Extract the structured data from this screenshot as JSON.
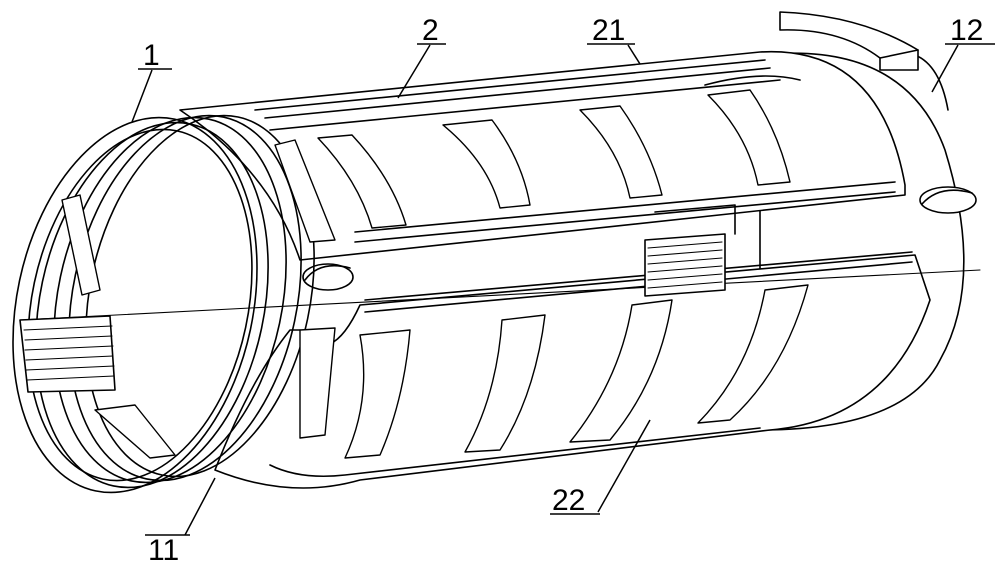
{
  "labels": {
    "part_1": "1",
    "part_2": "2",
    "part_21": "21",
    "part_12": "12",
    "part_11": "11",
    "part_22": "22"
  }
}
